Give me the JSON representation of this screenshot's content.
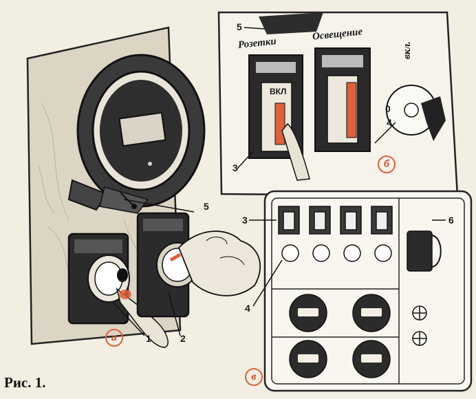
{
  "figure": {
    "caption": "Рис. 1."
  },
  "panel_a": {
    "marker": "а",
    "callouts": {
      "1": "1",
      "2": "2",
      "5": "5"
    }
  },
  "panel_b": {
    "marker": "б",
    "labels": {
      "sockets": "Розетки",
      "lighting": "Освещение",
      "on": "вкл.",
      "switch_on": "ВКЛ",
      "zero": "0"
    },
    "callouts": {
      "3": "3",
      "4": "4",
      "5": "5"
    }
  },
  "panel_c": {
    "marker": "в",
    "callouts": {
      "3": "3",
      "4": "4",
      "6": "6"
    }
  },
  "colors": {
    "accent": "#e0603a",
    "ink": "#1a1a1a",
    "paper": "#f3eee2",
    "wood": "#d8d2c2"
  }
}
